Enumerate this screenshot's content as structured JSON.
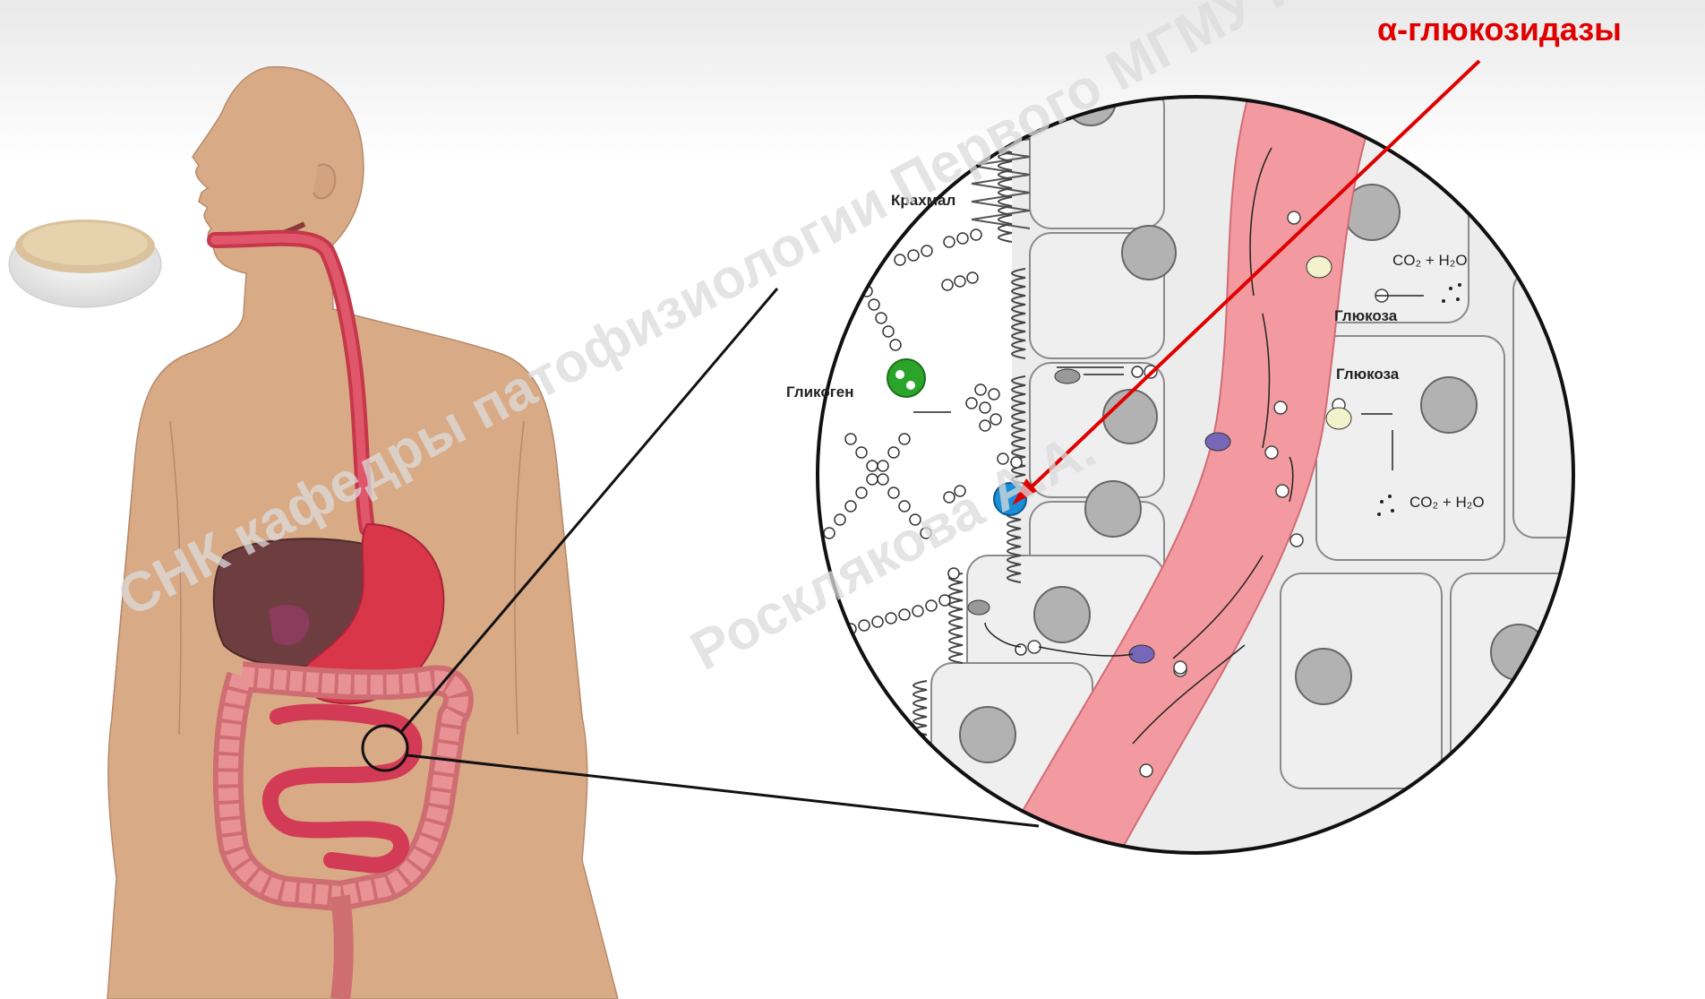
{
  "labels": {
    "enzyme": "α-глюкозидазы",
    "starch": "Крахмал",
    "glycogen": "Гликоген",
    "glucose_top": "Глюкоза",
    "glucose_mid": "Глюкоза",
    "co2_h2o_top": "CO₂ + H₂O",
    "co2_h2o_bottom": "CO₂ + H₂O"
  },
  "watermarks": {
    "line1": "СНК кафедры патофизиологии Первого МГМУ им. И.М. Сеченова",
    "line2": "Росклякова А.А."
  },
  "colors": {
    "arrow_red": "#e00000",
    "vessel": "#f39aa0",
    "body_skin": "#d9aa86",
    "enzyme_blue": "#1a8fd8",
    "glycogen_green": "#2aa52a"
  }
}
